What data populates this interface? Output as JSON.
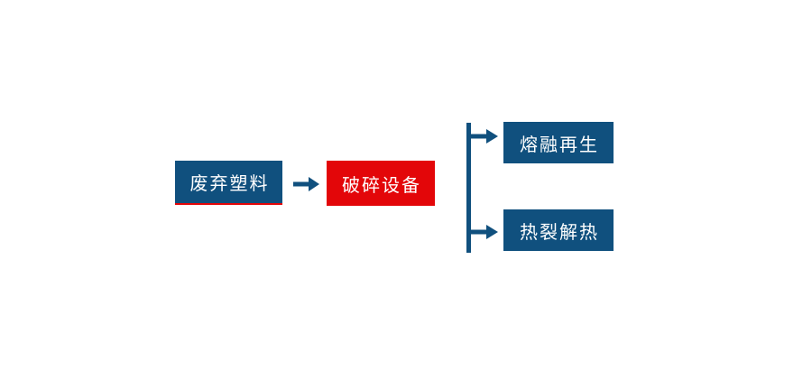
{
  "diagram": {
    "description": "waste-plastic recycling flow diagram",
    "nodes": {
      "source": {
        "label": "废弃塑料",
        "shape": "rect",
        "fill": "#10507E",
        "underline": "#E30609"
      },
      "process": {
        "label": "破碎设备",
        "shape": "rect",
        "fill": "#E30609"
      },
      "branch_top": {
        "label": "熔融再生",
        "shape": "rect",
        "fill": "#10507E"
      },
      "branch_bottom": {
        "label": "热裂解热",
        "shape": "rect",
        "fill": "#10507E"
      }
    },
    "connectors": {
      "main_arrow_icon": "arrow-right-icon",
      "branch_top_arrow_icon": "arrow-right-icon",
      "branch_bottom_arrow_icon": "arrow-right-icon",
      "branch_line": "vertical-line"
    },
    "colors": {
      "node_blue": "#10507E",
      "node_red": "#E30609",
      "connector_blue": "#10507E",
      "source_underline_red": "#E30609",
      "text": "#FFFFFF",
      "background": "#FFFFFF"
    }
  }
}
